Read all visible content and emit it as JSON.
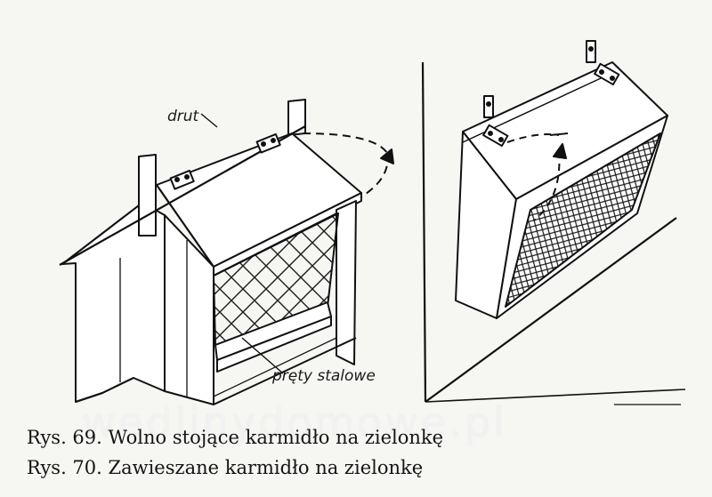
{
  "figures": {
    "label_wire": "drut",
    "label_rods": "pręty stalowe"
  },
  "watermark": "wedlinydomowe.pl",
  "captions": [
    "Rys. 69. Wolno stojące karmidło na zielonkę",
    "Rys. 70. Zawieszane karmidło na zielonkę"
  ]
}
